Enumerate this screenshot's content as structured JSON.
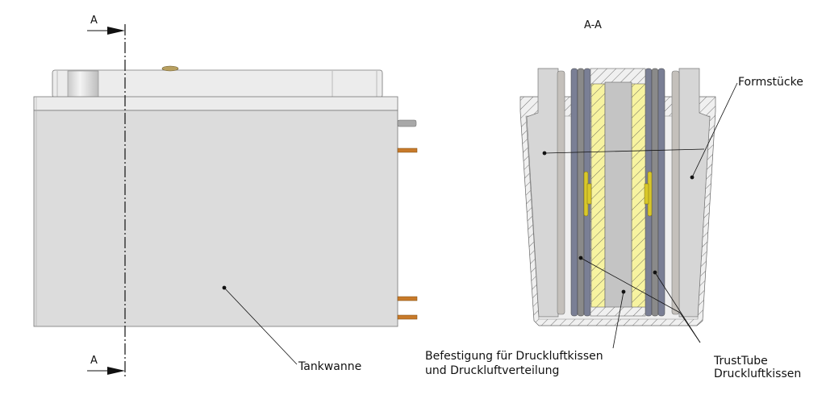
{
  "side_view": {
    "section_marker_top": "A",
    "section_marker_bottom": "A",
    "label_tank": "Tankwanne"
  },
  "section_view": {
    "title": "A-A",
    "label_formstuecke": "Formstücke",
    "label_mount_line1": "Befestigung für Druckluftkissen",
    "label_mount_line2": "und Druckluftverteilung",
    "label_tube_line1": "TrustTube",
    "label_tube_line2": "Druckluftkissen"
  },
  "colors": {
    "body": "#dcdcdc",
    "lid": "#ececec",
    "copper": "#c87a2a",
    "cushion": "#7a7f95",
    "yellow": "#f7f3a0",
    "clip": "#d8c82a"
  }
}
